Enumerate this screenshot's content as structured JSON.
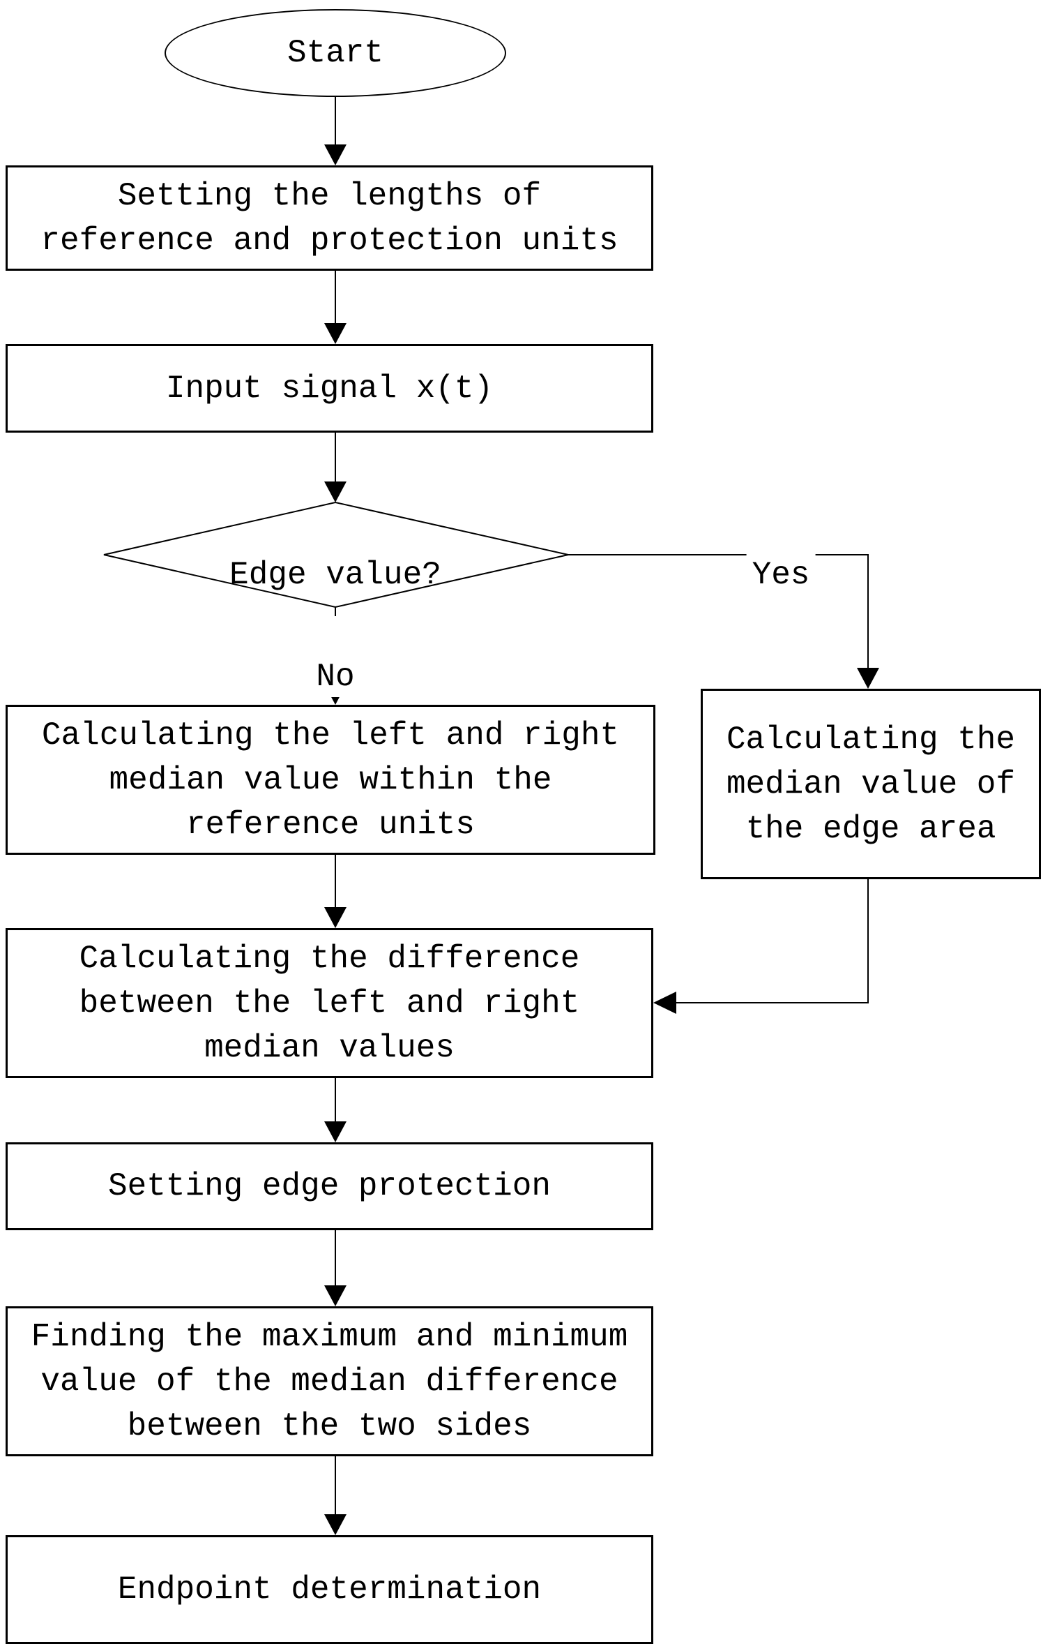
{
  "diagram": {
    "background_color": "#ffffff",
    "line_color": "#000000",
    "nodes": {
      "start": {
        "shape": "ellipse",
        "label": "Start"
      },
      "set_lengths": {
        "shape": "process",
        "label": "Setting the lengths of\nreference and protection units"
      },
      "input_signal": {
        "shape": "process",
        "label": "Input signal x(t)"
      },
      "edge_value": {
        "shape": "decision",
        "label": "Edge value?"
      },
      "calc_lr_median": {
        "shape": "process",
        "label": "Calculating the left and right\nmedian value within the\nreference units"
      },
      "calc_edge_median": {
        "shape": "process",
        "label": "Calculating the\nmedian value of\nthe edge area"
      },
      "calc_difference": {
        "shape": "process",
        "label": "Calculating the difference\nbetween the left and right\nmedian values"
      },
      "set_protection": {
        "shape": "process",
        "label": "Setting edge protection"
      },
      "find_max_min": {
        "shape": "process",
        "label": "Finding the maximum and minimum\nvalue of the median difference\nbetween the two sides"
      },
      "endpoint": {
        "shape": "process",
        "label": "Endpoint determination"
      }
    },
    "edge_labels": {
      "yes": "Yes",
      "no": "No"
    }
  }
}
